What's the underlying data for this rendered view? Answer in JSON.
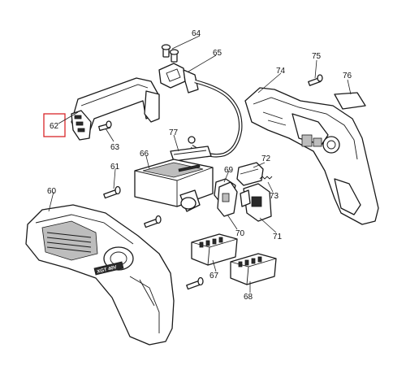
{
  "callouts": {
    "c60": "60",
    "c61": "61",
    "c62": "62",
    "c63": "63",
    "c64": "64",
    "c65": "65",
    "c66": "66",
    "c67": "67",
    "c68": "68",
    "c69": "69",
    "c70": "70",
    "c71": "71",
    "c72": "72",
    "c73": "73",
    "c74": "74",
    "c75": "75",
    "c76": "76",
    "c77": "77"
  },
  "housing_text": "XGT 40V",
  "highlight": {
    "part": "62",
    "color": "#d9252a"
  }
}
